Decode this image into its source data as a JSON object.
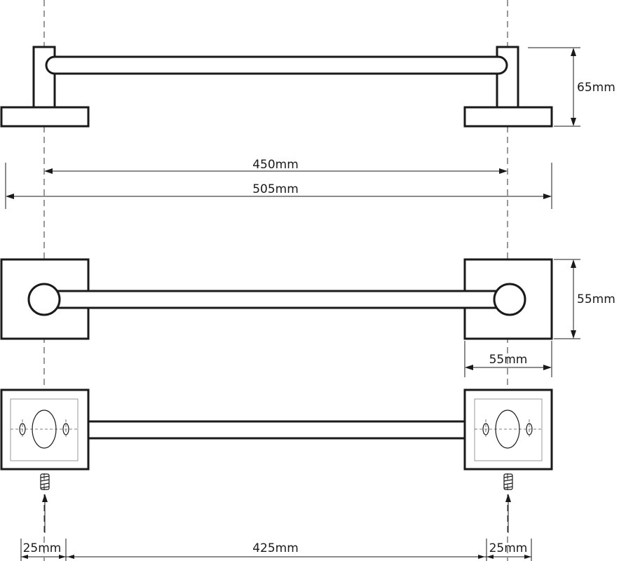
{
  "dimensions": {
    "side_height": "65mm",
    "bar_centers": "450mm",
    "overall_length": "505mm",
    "front_height": "55mm",
    "base_width": "55mm",
    "left_offset": "25mm",
    "mount_span": "425mm",
    "right_offset": "25mm"
  },
  "views": [
    "side-view",
    "front-view",
    "mounting-view"
  ]
}
